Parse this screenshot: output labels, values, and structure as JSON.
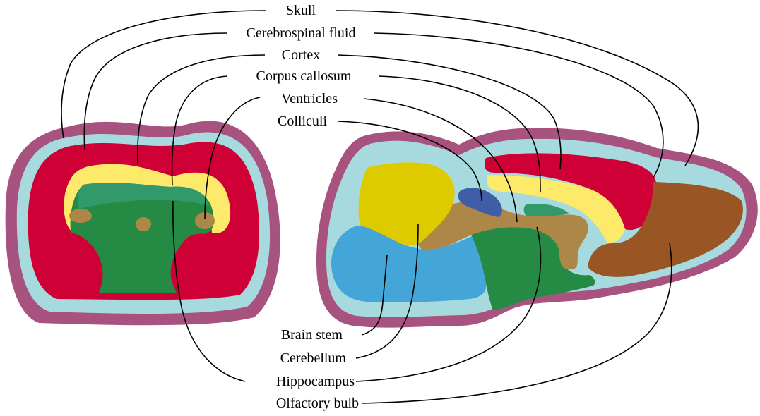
{
  "colors": {
    "skull": "#a8527f",
    "csf": "#a6dade",
    "cortex": "#cf0036",
    "corpus_callosum": "#fde96a",
    "hippocampus_dark": "#248a44",
    "hippocampus_light": "#32996a",
    "ventricles": "#ad8748",
    "colliculi": "#3f5ea6",
    "cerebellum": "#ddcb00",
    "brain_stem": "#44a6d8",
    "olfactory_bulb": "#995523"
  },
  "labels": {
    "skull": "Skull",
    "csf": "Cerebrospinal fluid",
    "cortex": "Cortex",
    "corpus_callosum": "Corpus callosum",
    "ventricles": "Ventricles",
    "colliculi": "Colliculi",
    "brain_stem": "Brain stem",
    "cerebellum": "Cerebellum",
    "hippocampus": "Hippocampus",
    "olfactory_bulb": "Olfactory bulb"
  }
}
